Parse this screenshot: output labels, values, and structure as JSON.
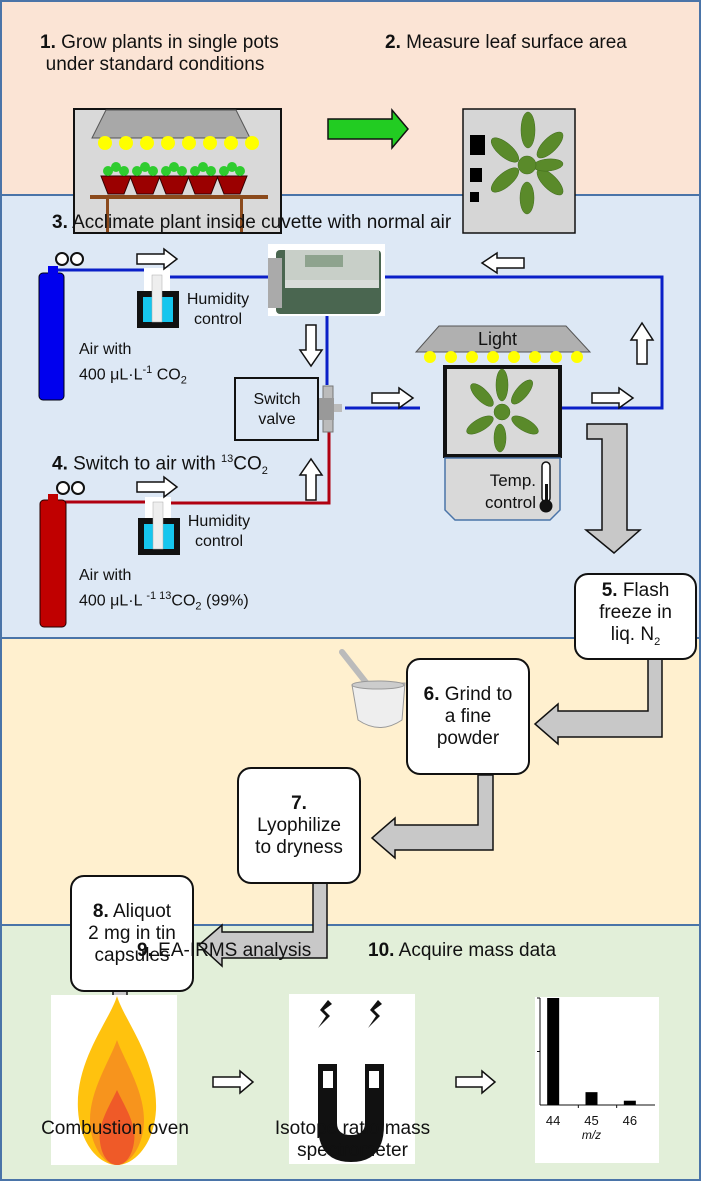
{
  "steps": {
    "s1": {
      "num": "1.",
      "line1": "Grow plants in single pots",
      "line2": "under standard conditions"
    },
    "s2": {
      "num": "2.",
      "text": "Measure leaf surface area"
    },
    "s3": {
      "num": "3.",
      "text": "Acclimate plant inside cuvette with normal air"
    },
    "s4": {
      "num": "4.",
      "text": "Switch to air with ",
      "sup": "13",
      "tail": "CO",
      "sub": "2"
    },
    "s5": {
      "num": "5.",
      "line1": "Flash",
      "line2": "freeze in",
      "line3": "liq. N",
      "sub": "2"
    },
    "s6": {
      "num": "6.",
      "line1": "Grind to",
      "line2": "a fine",
      "line3": "powder"
    },
    "s7": {
      "num": "7.",
      "line1": "Lyophilize",
      "line2": "to dryness"
    },
    "s8": {
      "num": "8.",
      "line1": "Aliquot",
      "line2": "2 mg in tin",
      "line3": "capsules"
    },
    "s9": {
      "num": "9.",
      "text": "EA-IRMS analysis"
    },
    "s10": {
      "num": "10.",
      "text": "Acquire mass data"
    }
  },
  "labels": {
    "humidity1": "Humidity",
    "humidity2": "control",
    "air_normal_1": "Air with",
    "air_normal_2": "400 μL·L",
    "air_normal_sup": "-1",
    "air_normal_3": " CO",
    "air_normal_sub": "2",
    "air_13_1": "Air with",
    "air_13_2": "400 μL·L ",
    "air_13_sup1": "-1",
    "air_13_sup2": " 13",
    "air_13_3": "CO",
    "air_13_sub": "2",
    "air_13_4": " (99%)",
    "switch_valve_1": "Switch",
    "switch_valve_2": "valve",
    "light": "Light",
    "temp_1": "Temp.",
    "temp_2": "control",
    "combustion": "Combustion oven",
    "irms_1": "Isotope ratio mass",
    "irms_2": "spectrometer"
  },
  "colors": {
    "normal_air_line": "#0a1fc8",
    "labeled_air_line": "#b00010",
    "green_arrow": "#22cc22",
    "gray_arrow": "#c8c8c8"
  },
  "chart_data": {
    "type": "bar",
    "categories": [
      "44",
      "45",
      "46"
    ],
    "values": [
      100,
      12,
      4
    ],
    "xlabel": "m/z",
    "ylabel": "",
    "ylim": [
      0,
      100
    ],
    "title": ""
  }
}
